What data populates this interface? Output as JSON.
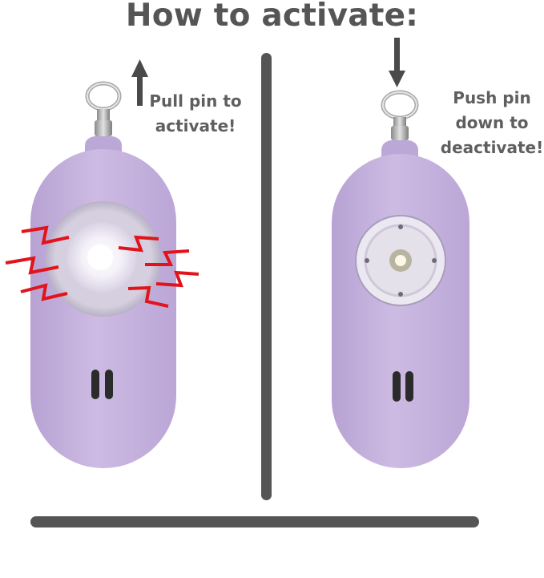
{
  "title": "How to activate:",
  "activate_caption": [
    "Pull pin to",
    "activate!"
  ],
  "deactivate_caption": [
    "Push pin",
    "down to",
    "deactivate!"
  ],
  "colors": {
    "heading": "#555555",
    "caption": "#5f5f5f",
    "divider": "#555555",
    "device_body": "#c6b3df",
    "alarm_bolt": "#e1141b"
  },
  "icons": {
    "pull": "arrow-up-icon",
    "push": "arrow-down-icon"
  }
}
